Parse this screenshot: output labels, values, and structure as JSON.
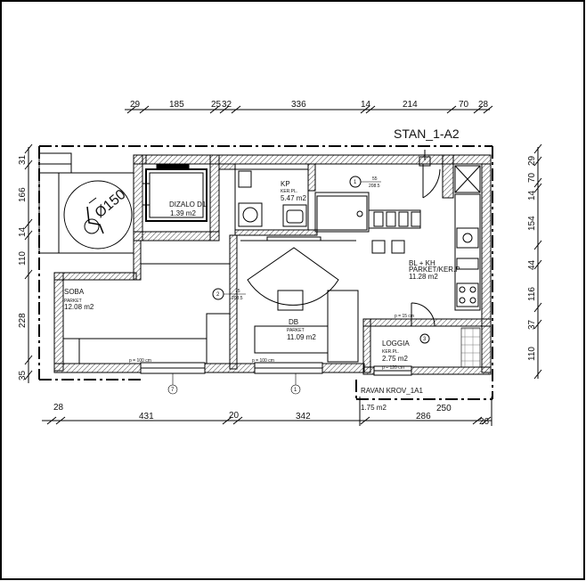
{
  "plan": {
    "title": "STAN_1-A2",
    "top_dims": [
      "29",
      "185",
      "25",
      "32",
      "336",
      "14",
      "214",
      "70",
      "28"
    ],
    "bottom_dims": [
      "28",
      "431",
      "20",
      "342",
      "286",
      "26",
      "250"
    ],
    "left_dims": [
      "31",
      "166",
      "14",
      "110",
      "228",
      "35"
    ],
    "right_dims": [
      "29",
      "70",
      "14",
      "154",
      "44",
      "116",
      "37",
      "110"
    ],
    "rooms": {
      "dizalo": {
        "name": "DIZALO D1",
        "area": "1.39 m2"
      },
      "kp": {
        "name": "KP",
        "floor": "KER.PL.",
        "area": "5.47 m2"
      },
      "bl_kh": {
        "name": "BL + KH",
        "floor": "PARKET/KER.P",
        "area": "11.28    m2"
      },
      "soba": {
        "name": "SOBA",
        "floor": "PARKET",
        "area": "12.08 m2"
      },
      "db": {
        "name": "DB",
        "floor": "PARKET",
        "area": "11.09 m2"
      },
      "loggia": {
        "name": "LOGGIA",
        "floor": "KER.PL.",
        "area": "2.75 m2"
      }
    },
    "turn_circle": "Ø150",
    "door_tags": [
      {
        "num": "1",
        "w": "55",
        "h": "208.5"
      },
      {
        "num": "2",
        "w": "75",
        "h": "208.5"
      }
    ],
    "window_notes": [
      "p = 100 cm",
      "p = 100 cm",
      "p = 15 cm",
      "p = 120 cm"
    ],
    "window_markers": [
      "7",
      "1",
      "3"
    ],
    "ravan_krov": {
      "label": "RAVAN KROV_1A1",
      "area": "1.75 m2"
    }
  }
}
